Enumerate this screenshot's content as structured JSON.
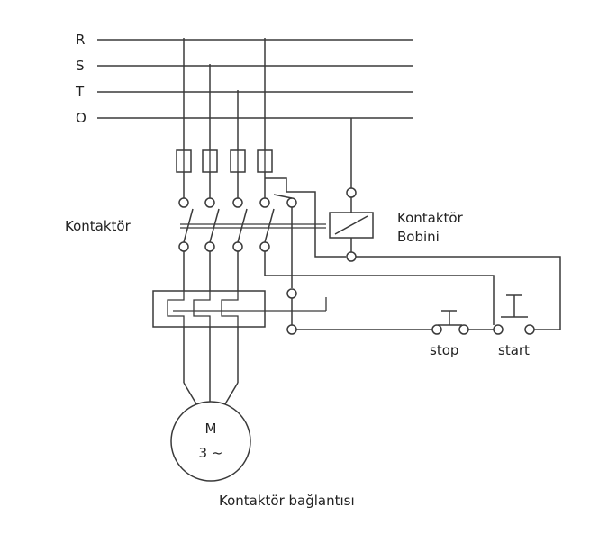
{
  "bus_labels": [
    "R",
    "S",
    "T",
    "O"
  ],
  "labels": {
    "contactor": "Kontaktör",
    "coil_line1": "Kontaktör",
    "coil_line2": "Bobini",
    "motor_line1": "M",
    "motor_line2": "3 ~",
    "stop": "stop",
    "start": "start",
    "caption": "Kontaktör bağlantısı"
  },
  "colors": {
    "line": "#3a3a3a",
    "text": "#222222",
    "background": "#ffffff"
  }
}
